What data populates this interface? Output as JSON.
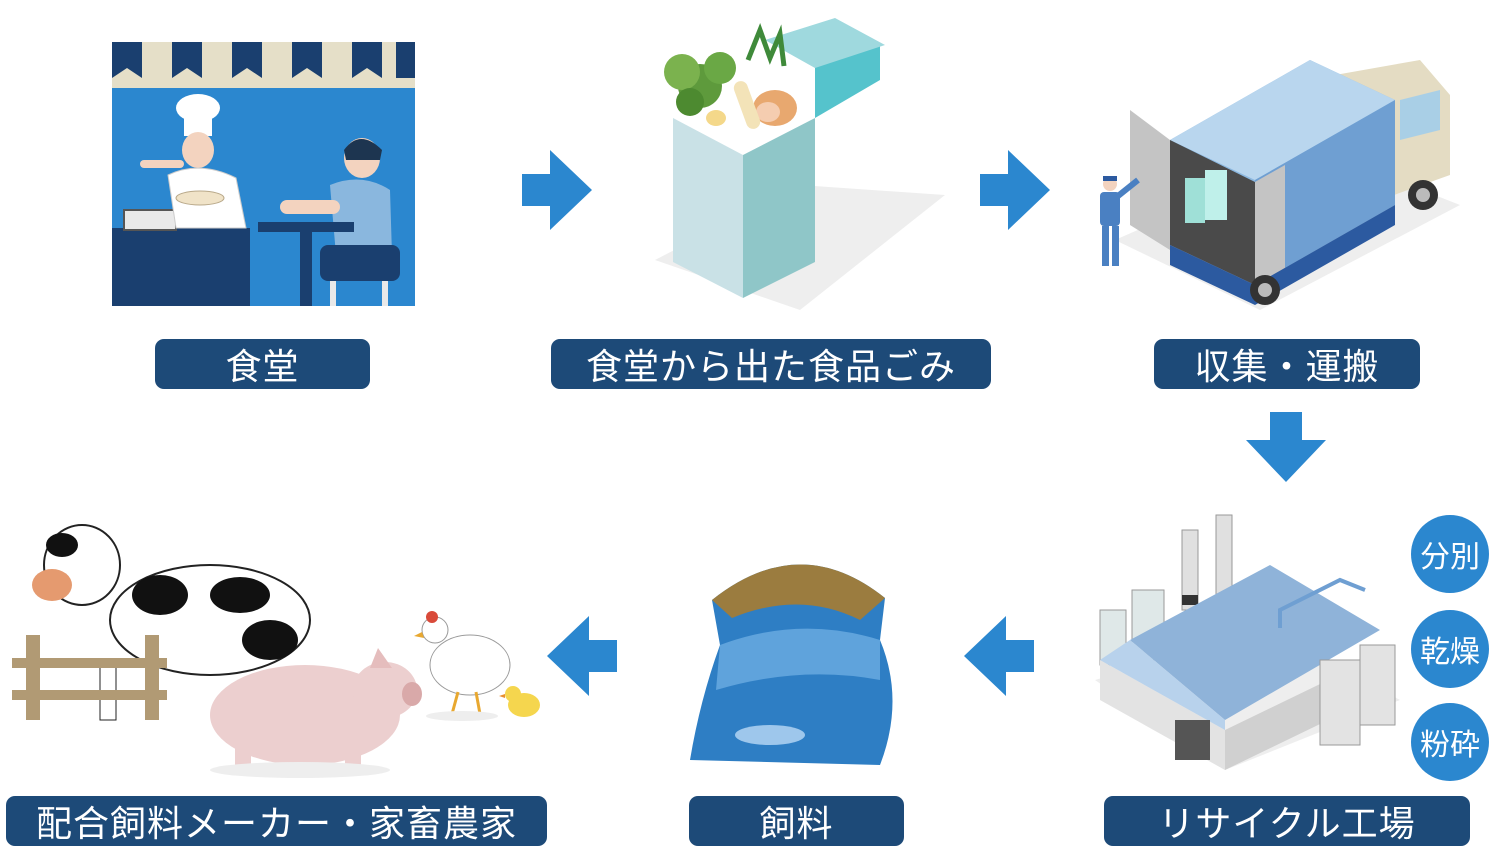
{
  "steps": {
    "cafeteria": "食堂",
    "food_waste": "食堂から出た食品ごみ",
    "collection": "収集・運搬",
    "recycling_plant": "リサイクル工場",
    "feed": "飼料",
    "farmers": "配合飼料メーカー・家畜農家"
  },
  "processes": [
    "分別",
    "乾燥",
    "粉砕"
  ],
  "colors": {
    "label_bg": "#1d4a78",
    "arrow": "#2b87cf",
    "process_circle": "#2b87cf"
  }
}
